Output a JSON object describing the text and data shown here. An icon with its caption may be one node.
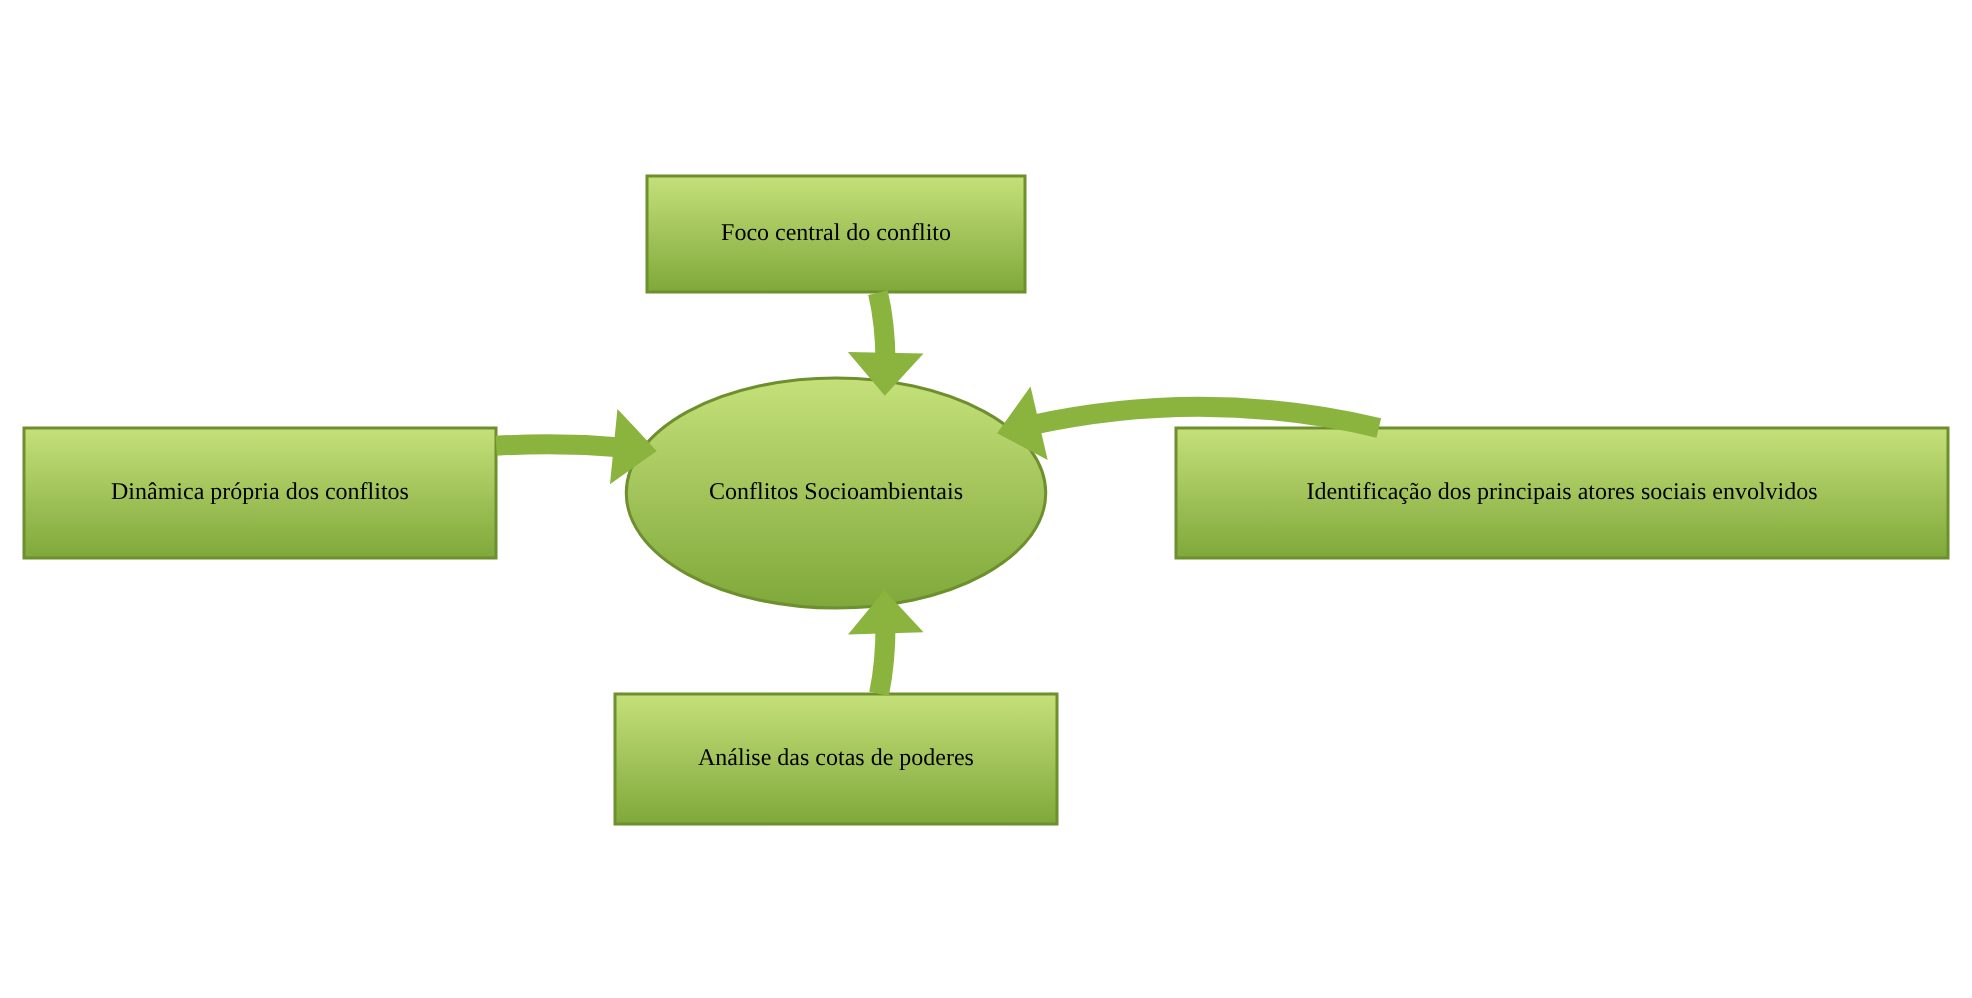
{
  "diagram": {
    "nodes": [
      {
        "text": [
          "Foco central do conflito"
        ]
      },
      {
        "text": [
          "Dinâmica própria dos conflitos"
        ]
      },
      {
        "text": [
          "Conflitos Socioambientais"
        ]
      },
      {
        "text": [
          "Identificação dos principais atores sociais envolvidos"
        ]
      },
      {
        "text": [
          "Análise das cotas de poderes"
        ]
      }
    ],
    "edges": [
      {
        "from": 0,
        "to": 2,
        "arrow": "to"
      },
      {
        "from": 1,
        "to": 2,
        "arrow": "to"
      },
      {
        "from": 3,
        "to": 2,
        "arrow": "to"
      },
      {
        "from": 4,
        "to": 2,
        "arrow": "to"
      }
    ]
  }
}
